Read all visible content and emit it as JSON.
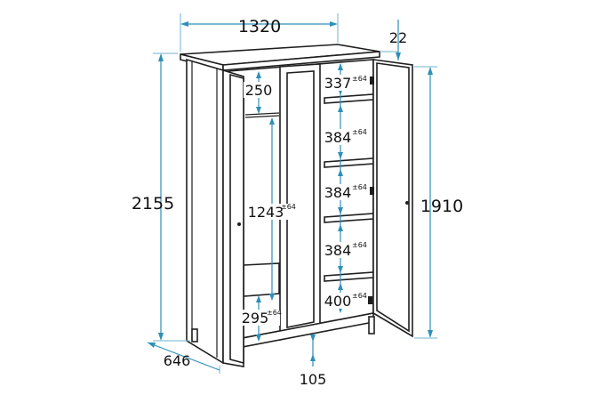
{
  "diagram": {
    "colors": {
      "outline": "#1f1f1f",
      "dimension": "#2e8fb8",
      "background": "#ffffff"
    },
    "dimensions": {
      "width": "1320",
      "top_overhang": "22",
      "height_total": "2155",
      "door_height": "1910",
      "depth": "646",
      "plinth": "105",
      "hanging_top": "250",
      "hanging_rail": "1243",
      "hanging_bottom": "295",
      "shelf_1": "337",
      "shelf_2": "384",
      "shelf_3": "384",
      "shelf_4": "384",
      "shelf_bottom": "400",
      "tolerance": "±64"
    }
  }
}
